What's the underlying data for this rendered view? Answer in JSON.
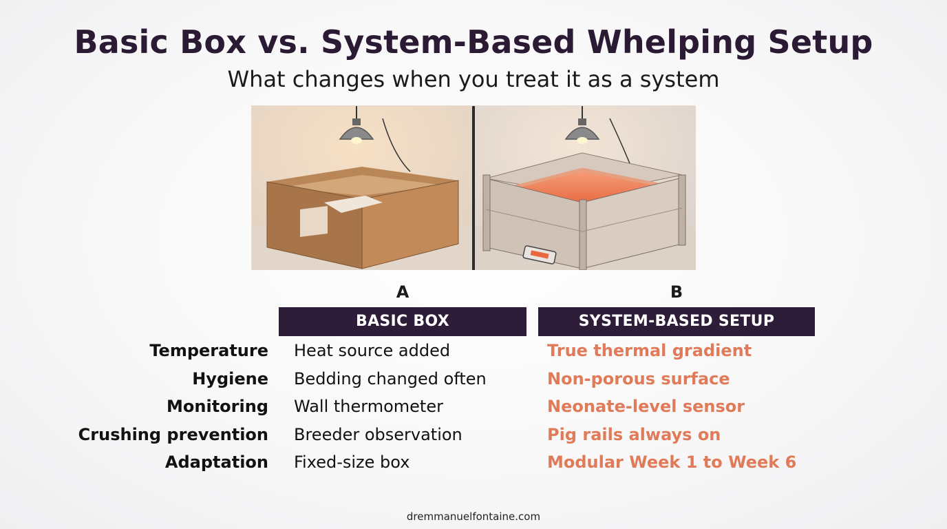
{
  "title": "Basic Box vs. System-Based Whelping Setup",
  "subtitle": "What changes when you treat it as a system",
  "columns": [
    {
      "letter": "A",
      "header": "BASIC BOX"
    },
    {
      "letter": "B",
      "header": "SYSTEM-BASED SETUP"
    }
  ],
  "rows": [
    {
      "label": "Temperature",
      "a": "Heat source added",
      "b": "True thermal gradient"
    },
    {
      "label": "Hygiene",
      "a": "Bedding changed often",
      "b": "Non-porous surface"
    },
    {
      "label": "Monitoring",
      "a": "Wall thermometer",
      "b": "Neonate-level sensor"
    },
    {
      "label": "Crushing prevention",
      "a": "Breeder observation",
      "b": "Pig rails always on"
    },
    {
      "label": "Adaptation",
      "a": "Fixed-size box",
      "b": "Modular Week 1 to Week 6"
    }
  ],
  "footer": "dremmanuelfontaine.com",
  "colors": {
    "title": "#2a1a33",
    "header_bg": "#2e1d38",
    "accent": "#e07a58"
  }
}
